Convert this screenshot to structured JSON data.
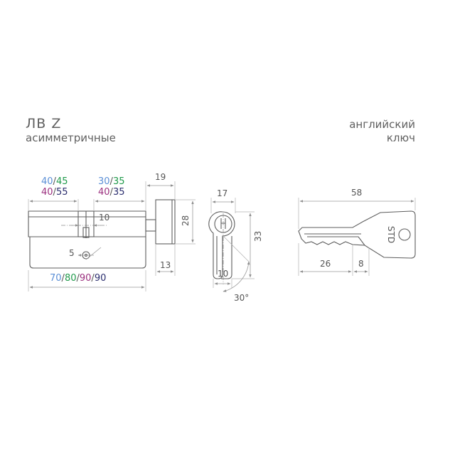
{
  "title": "ЛВ Z",
  "subtitle": "асимметричные",
  "key_type": {
    "line1": "английский",
    "line2": "ключ"
  },
  "colors": {
    "blue": "#5b8fd6",
    "green": "#1f9a4a",
    "magenta": "#9b2f7e",
    "navy": "#2a2d6e",
    "line": "#5e5e5e",
    "dim_text": "#555555"
  },
  "cylinder": {
    "size_pairs": [
      {
        "top": [
          "40",
          "45"
        ],
        "bottom": [
          "40",
          "55"
        ]
      },
      {
        "top": [
          "30",
          "35"
        ],
        "bottom": [
          "40",
          "35"
        ]
      }
    ],
    "dim_cam_width": "10",
    "dim_cam_offset": "5",
    "overall_lengths": [
      "70",
      "80",
      "90",
      "90"
    ]
  },
  "knob": {
    "dim_length": "19",
    "dim_height": "28",
    "dim_stem": "13"
  },
  "profile": {
    "dim_width": "17",
    "dim_height": "33",
    "dim_bottom": "10",
    "dim_angle": "30°"
  },
  "key": {
    "stamp": "STD",
    "dim_total": "58",
    "dim_blade": "26",
    "dim_tip": "8"
  }
}
